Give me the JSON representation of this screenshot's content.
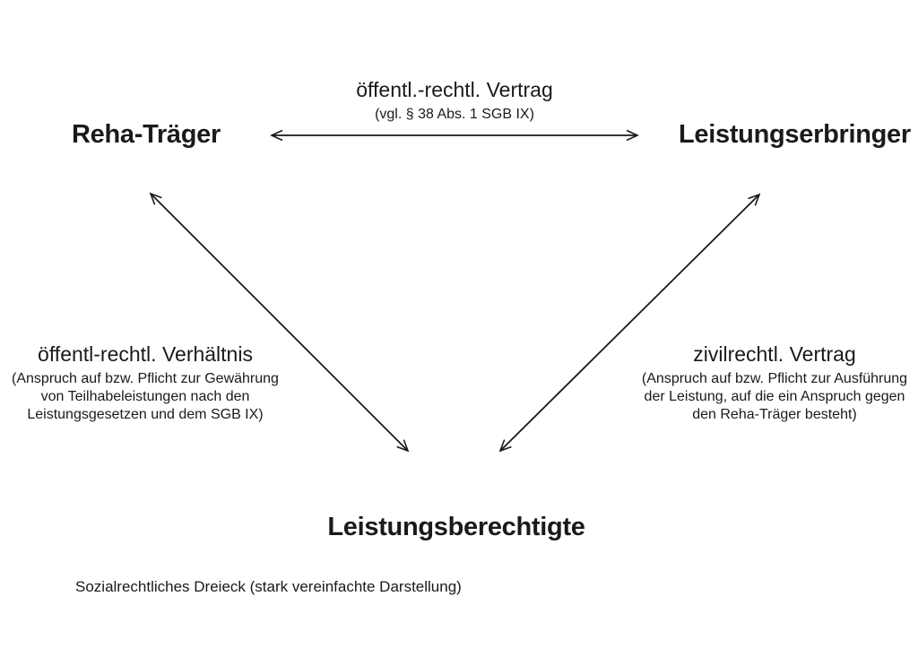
{
  "diagram": {
    "nodes": {
      "top_left": "Reha-Träger",
      "top_right": "Leistungserbringer",
      "bottom": "Leistungsberechtigte"
    },
    "edges": {
      "top": {
        "label": "öffentl.-rechtl. Vertrag",
        "note": "(vgl. § 38 Abs. 1 SGB IX)"
      },
      "left": {
        "label": "öffentl-rechtl. Verhältnis",
        "note_lines": [
          "(Anspruch auf bzw. Pflicht zur Gewährung",
          "von Teilhabeleistungen nach den",
          "Leistungsgesetzen und dem SGB IX)"
        ]
      },
      "right": {
        "label": "zivilrechtl. Vertrag",
        "note_lines": [
          "(Anspruch auf bzw. Pflicht zur Ausführung",
          "der Leistung, auf die ein Anspruch gegen",
          "den Reha-Träger besteht)"
        ]
      }
    },
    "caption": "Sozialrechtliches Dreieck (stark vereinfachte Darstellung)",
    "colors": {
      "text": "#1a1a1a",
      "arrow": "#1a1a1a",
      "background": "#ffffff"
    }
  }
}
